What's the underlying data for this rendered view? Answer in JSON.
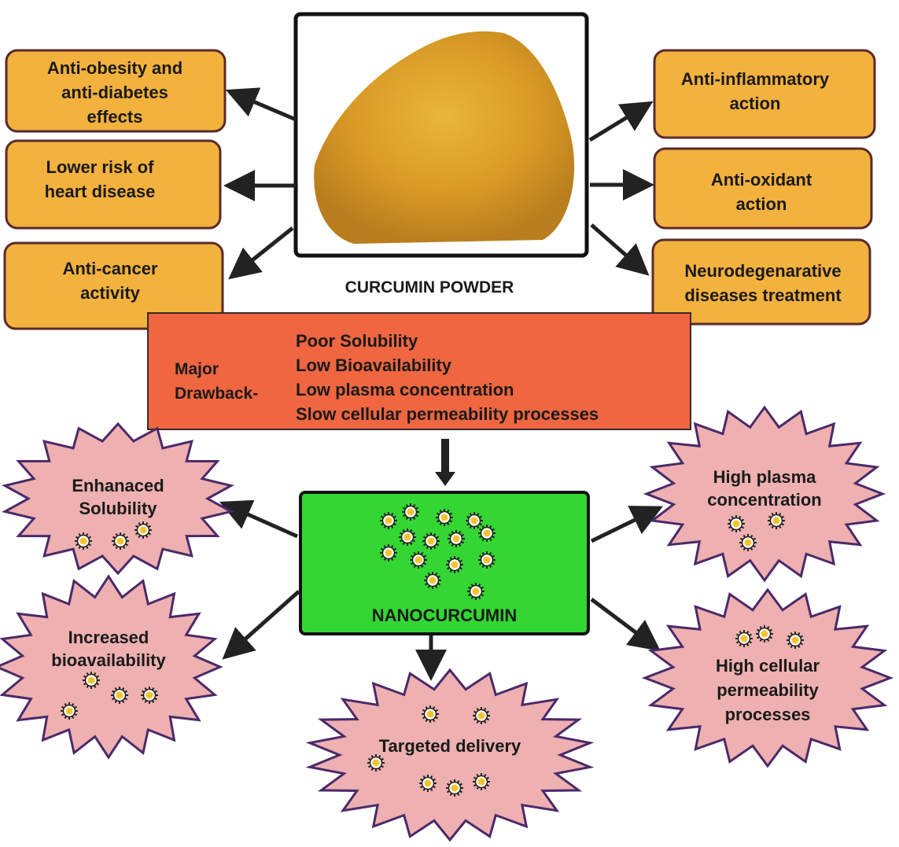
{
  "powder_label": "CURCUMIN POWDER",
  "benefits_left": [
    [
      "Anti-obesity and",
      "anti-diabetes",
      "effects"
    ],
    [
      "Lower risk of",
      "heart disease"
    ],
    [
      "Anti-cancer",
      "activity"
    ]
  ],
  "benefits_right": [
    [
      "Anti-inflammatory",
      "action"
    ],
    [
      "Anti-oxidant",
      "action"
    ],
    [
      "Neurodegenarative",
      "diseases treatment"
    ]
  ],
  "drawback": {
    "label_line1": "Major",
    "label_line2": "Drawback-",
    "items": [
      "Poor Solubility",
      "Low Bioavailability",
      "Low plasma concentration",
      "Slow cellular permeability processes"
    ]
  },
  "nano_label": "NANOCURCUMIN",
  "outcomes": {
    "solubility": [
      "Enhanaced",
      "Solubility"
    ],
    "bioavailability": [
      "Increased",
      "bioavailability"
    ],
    "targeted": [
      "Targeted delivery"
    ],
    "plasma": [
      "High plasma",
      "concentration"
    ],
    "permeability": [
      "High cellular",
      "permeability",
      "processes"
    ]
  },
  "colors": {
    "benefit_box": "#f3b13e",
    "benefit_border": "#5a2a2a",
    "drawback_box": "#ef6640",
    "nano_box": "#33d633",
    "burst": "#eeb0b0",
    "burst_border": "#4a2a6a",
    "particle_core": "#f4c430"
  }
}
